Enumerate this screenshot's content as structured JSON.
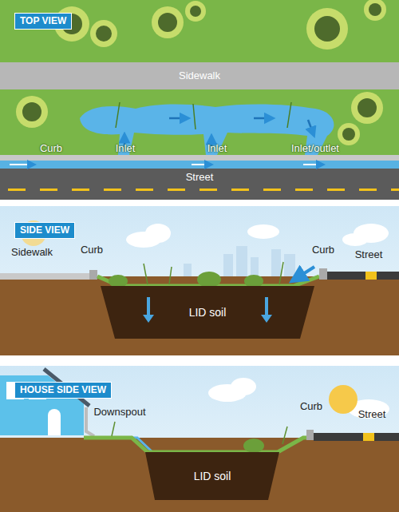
{
  "diagram": {
    "nodes": [
      {
        "text": [
          "TOP VIEW"
        ]
      },
      {
        "text": [
          "SIDE VIEW"
        ]
      },
      {
        "text": [
          "LID soil"
        ]
      },
      {
        "text": [
          "HOUSE SIDE VIEW"
        ]
      },
      {
        "text": [
          "LID soil"
        ]
      }
    ],
    "labels": [
      "Sidewalk",
      "Curb",
      "Inlet",
      "Inlet",
      "Inlet/outlet",
      "Street",
      "Sidewalk",
      "Curb",
      "Curb",
      "Street",
      "Downspout",
      "Curb",
      "Street"
    ]
  }
}
